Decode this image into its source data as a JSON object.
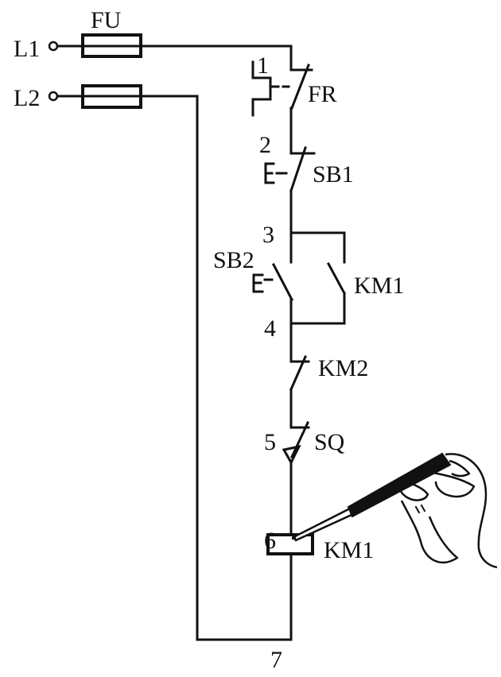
{
  "title": "KM1 control circuit voltage measurement",
  "labels": {
    "l1": "L1",
    "l2": "L2",
    "fuse": "FU",
    "fr": "FR",
    "sb1": "SB1",
    "sb2": "SB2",
    "km1_contact": "KM1",
    "km2": "KM2",
    "sq": "SQ",
    "km1_coil": "KM1"
  },
  "nodes": [
    "1",
    "2",
    "3",
    "4",
    "5",
    "6",
    "7"
  ]
}
